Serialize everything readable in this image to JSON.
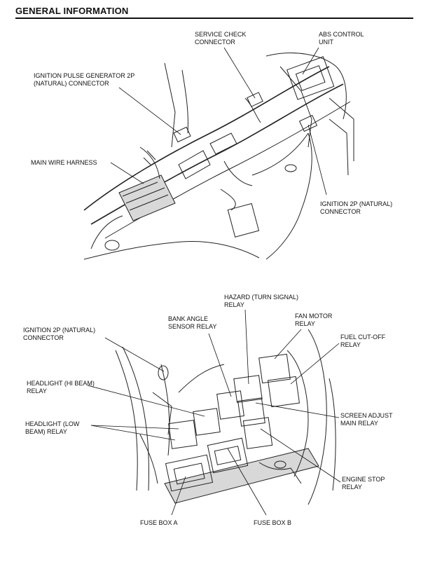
{
  "header": {
    "title": "GENERAL INFORMATION"
  },
  "top_diagram": {
    "labels": {
      "service_check": "SERVICE CHECK\nCONNECTOR",
      "abs_control": "ABS CONTROL\nUNIT",
      "ignition_pulse": "IGNITION PULSE GENERATOR 2P\n(NATURAL) CONNECTOR",
      "main_wire": "MAIN WIRE HARNESS",
      "ignition_2p": "IGNITION 2P (NATURAL)\nCONNECTOR"
    }
  },
  "bottom_diagram": {
    "labels": {
      "hazard": "HAZARD (TURN SIGNAL)\nRELAY",
      "bank_angle": "BANK ANGLE\nSENSOR RELAY",
      "fan_motor": "FAN MOTOR\nRELAY",
      "ignition_2p": "IGNITION 2P (NATURAL)\nCONNECTOR",
      "fuel_cutoff": "FUEL CUT-OFF\nRELAY",
      "headlight_hi": "HEADLIGHT (HI BEAM)\nRELAY",
      "screen_adjust": "SCREEN ADJUST\nMAIN RELAY",
      "headlight_low": "HEADLIGHT (LOW\nBEAM) RELAY",
      "engine_stop": "ENGINE STOP\nRELAY",
      "fuse_a": "FUSE BOX A",
      "fuse_b": "FUSE BOX B"
    }
  }
}
